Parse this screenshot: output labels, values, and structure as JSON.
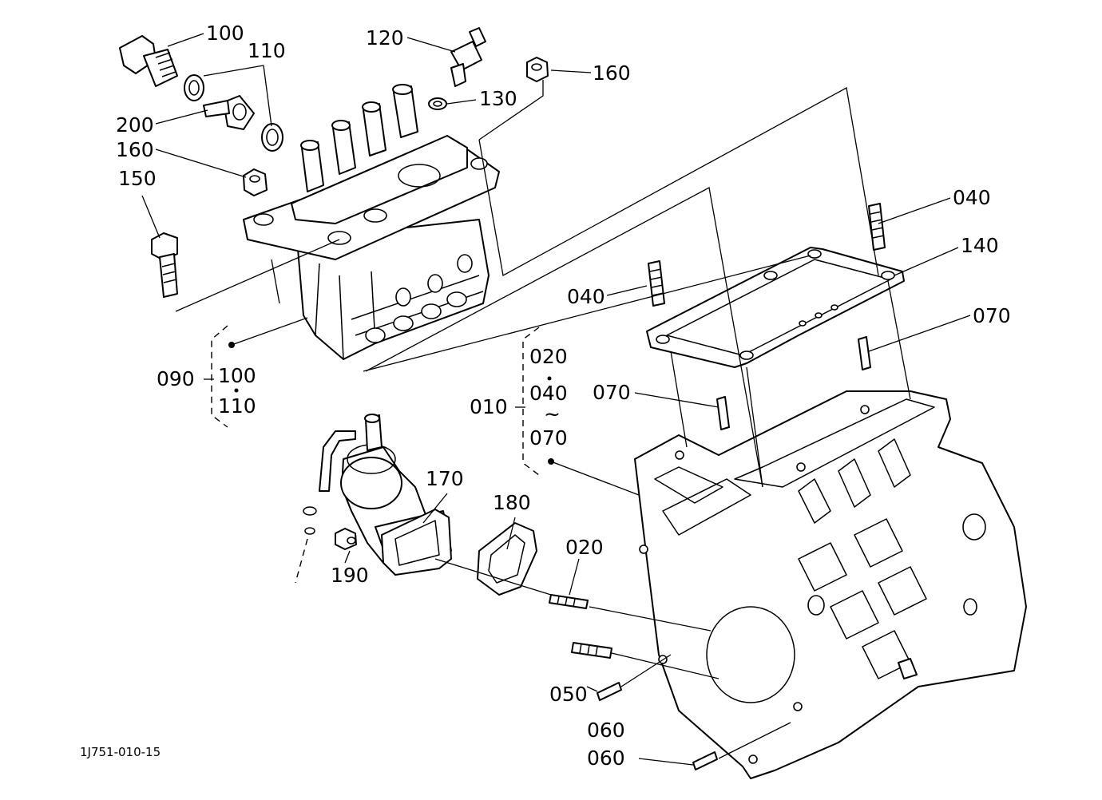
{
  "drawing_code": "1J751-010-15",
  "callouts": {
    "c100a": "100",
    "c110a": "110",
    "c120": "120",
    "c160a": "160",
    "c130": "130",
    "c200": "200",
    "c160b": "160",
    "c150": "150",
    "c040a": "040",
    "c140": "140",
    "c040b": "040",
    "c070a": "070",
    "c020a": "020",
    "c040c": "040",
    "c070b": "070",
    "c010": "010",
    "c070c": "070",
    "c090": "090",
    "c100b": "100",
    "c110b": "110",
    "c170": "170",
    "c180": "180",
    "c020b": "020",
    "c190": "190",
    "c050": "050",
    "c060a": "060",
    "c060b": "060"
  },
  "range_marks": {
    "tilde": "~"
  }
}
